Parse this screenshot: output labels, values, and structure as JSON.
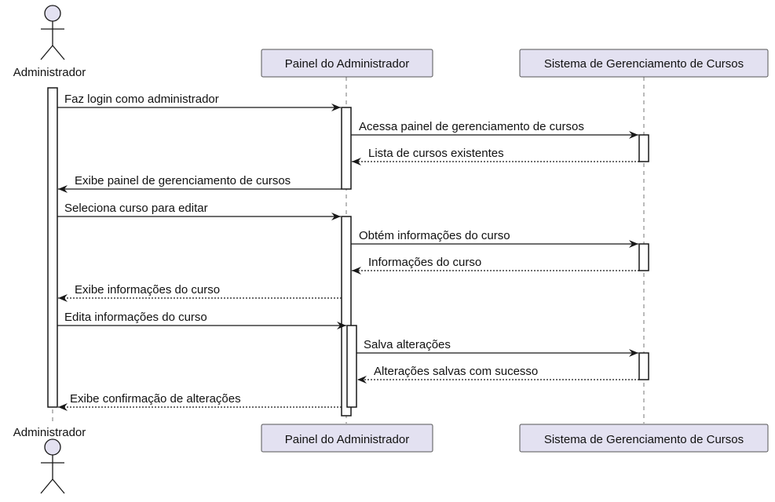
{
  "participants": {
    "actor": "Administrador",
    "panel": "Painel do Administrador",
    "system": "Sistema de Gerenciamento de Cursos"
  },
  "messages": [
    {
      "label": "Faz login como administrador",
      "type": "sync"
    },
    {
      "label": "Acessa painel de gerenciamento de cursos",
      "type": "sync"
    },
    {
      "label": "Lista de cursos existentes",
      "type": "return"
    },
    {
      "label": "Exibe painel de gerenciamento de cursos",
      "type": "sync"
    },
    {
      "label": "Seleciona curso para editar",
      "type": "sync"
    },
    {
      "label": "Obtém informações do curso",
      "type": "sync"
    },
    {
      "label": "Informações do curso",
      "type": "return"
    },
    {
      "label": "Exibe informações do curso",
      "type": "return"
    },
    {
      "label": "Edita informações do curso",
      "type": "sync"
    },
    {
      "label": "Salva alterações",
      "type": "sync"
    },
    {
      "label": "Alterações salvas com sucesso",
      "type": "return"
    },
    {
      "label": "Exibe confirmação de alterações",
      "type": "return"
    }
  ]
}
